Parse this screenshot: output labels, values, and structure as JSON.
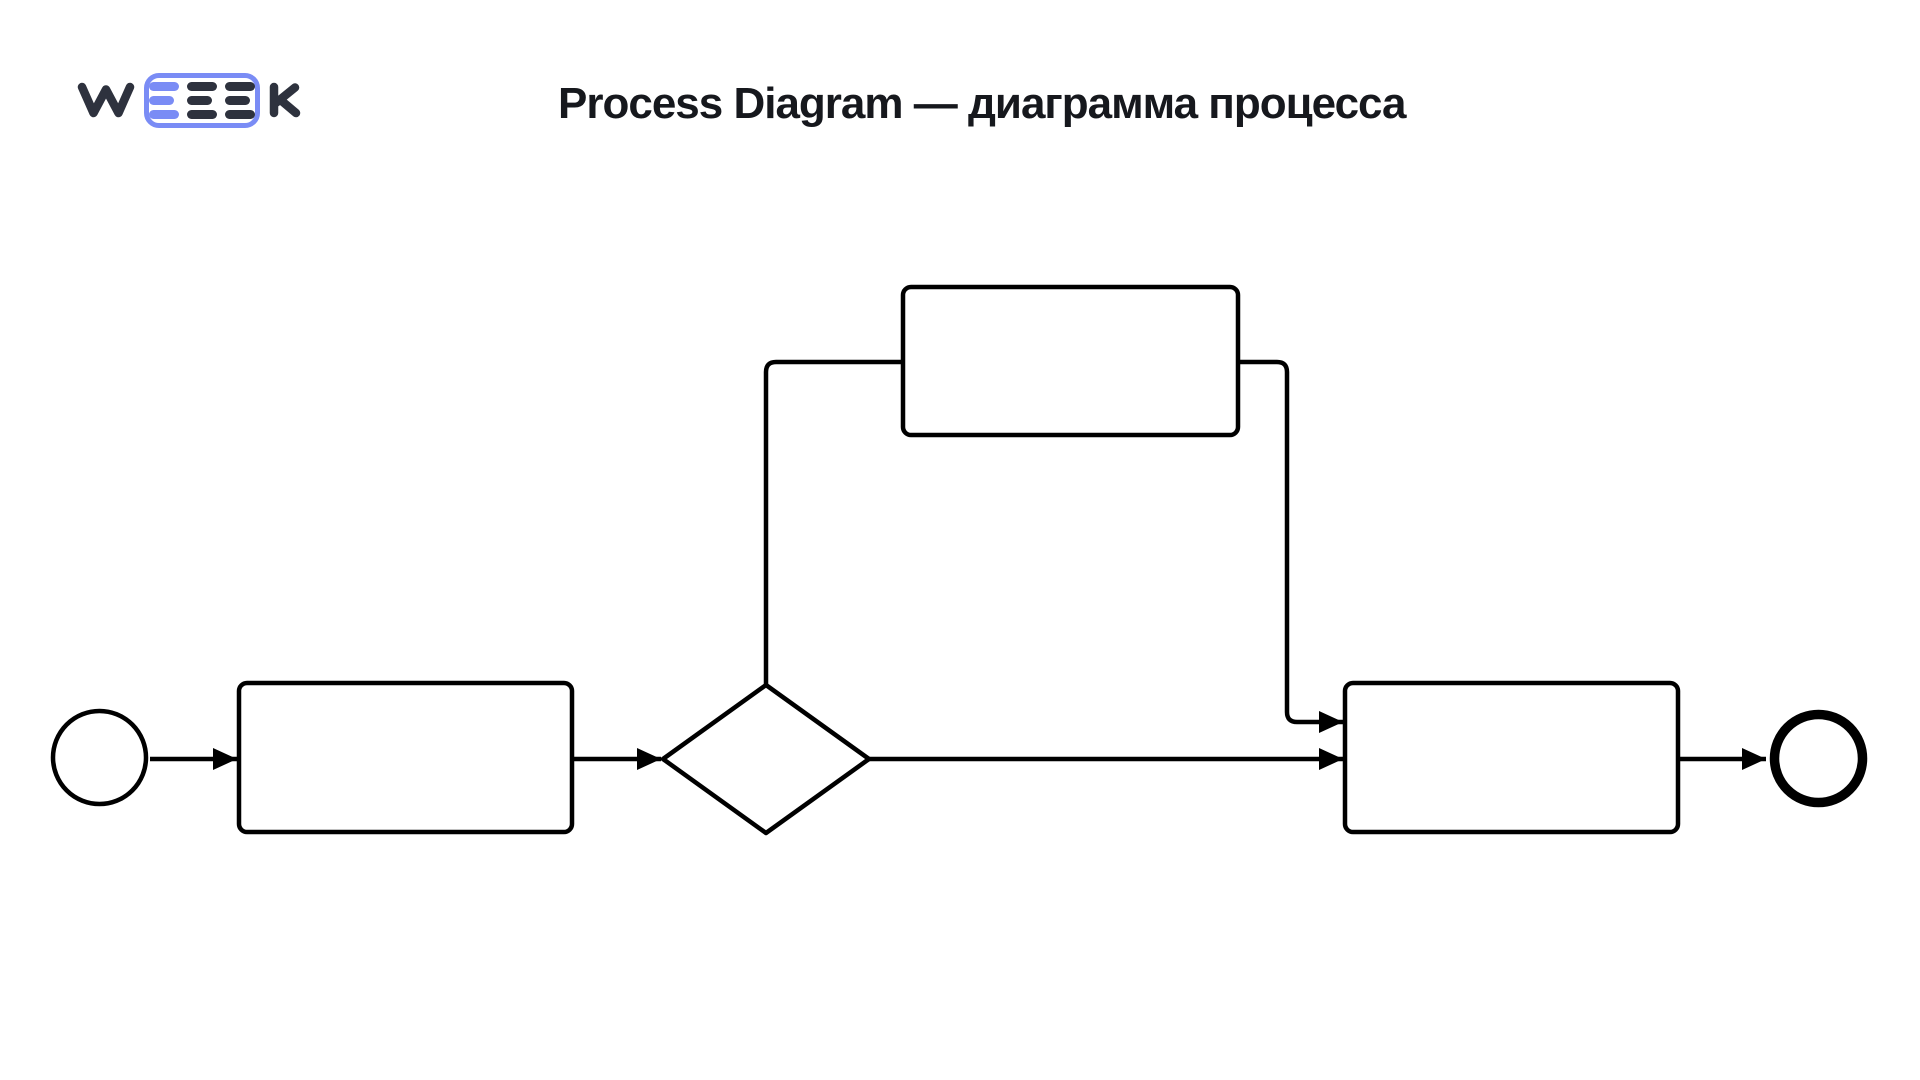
{
  "header": {
    "title": "Process Diagram — диаграмма процесса"
  },
  "logo": {
    "prefix": "W",
    "suffix": "K",
    "e_columns": [
      {
        "color_role": "accent"
      },
      {
        "color_role": "dark"
      },
      {
        "color_role": "dark"
      }
    ]
  },
  "colors": {
    "background": "#ffffff",
    "stroke": "#000000",
    "title": "#16181d",
    "logo_accent": "#7a8cf5",
    "logo_dark": "#2e323e"
  },
  "diagram": {
    "nodes": [
      {
        "id": "start-event",
        "type": "circle",
        "label": ""
      },
      {
        "id": "task-1",
        "type": "rectangle",
        "label": ""
      },
      {
        "id": "gateway",
        "type": "diamond",
        "label": ""
      },
      {
        "id": "task-upper",
        "type": "rectangle",
        "label": ""
      },
      {
        "id": "task-2",
        "type": "rectangle",
        "label": ""
      },
      {
        "id": "end-event",
        "type": "circle-thick",
        "label": ""
      }
    ],
    "edges": [
      {
        "from": "start-event",
        "to": "task-1",
        "arrow": true,
        "route": "straight"
      },
      {
        "from": "task-1",
        "to": "gateway",
        "arrow": true,
        "route": "straight"
      },
      {
        "from": "gateway",
        "to": "task-upper",
        "arrow": false,
        "route": "up-over"
      },
      {
        "from": "task-upper",
        "to": "task-2",
        "arrow": true,
        "route": "over-down"
      },
      {
        "from": "gateway",
        "to": "task-2",
        "arrow": true,
        "route": "straight"
      },
      {
        "from": "task-2",
        "to": "end-event",
        "arrow": true,
        "route": "straight"
      }
    ]
  }
}
